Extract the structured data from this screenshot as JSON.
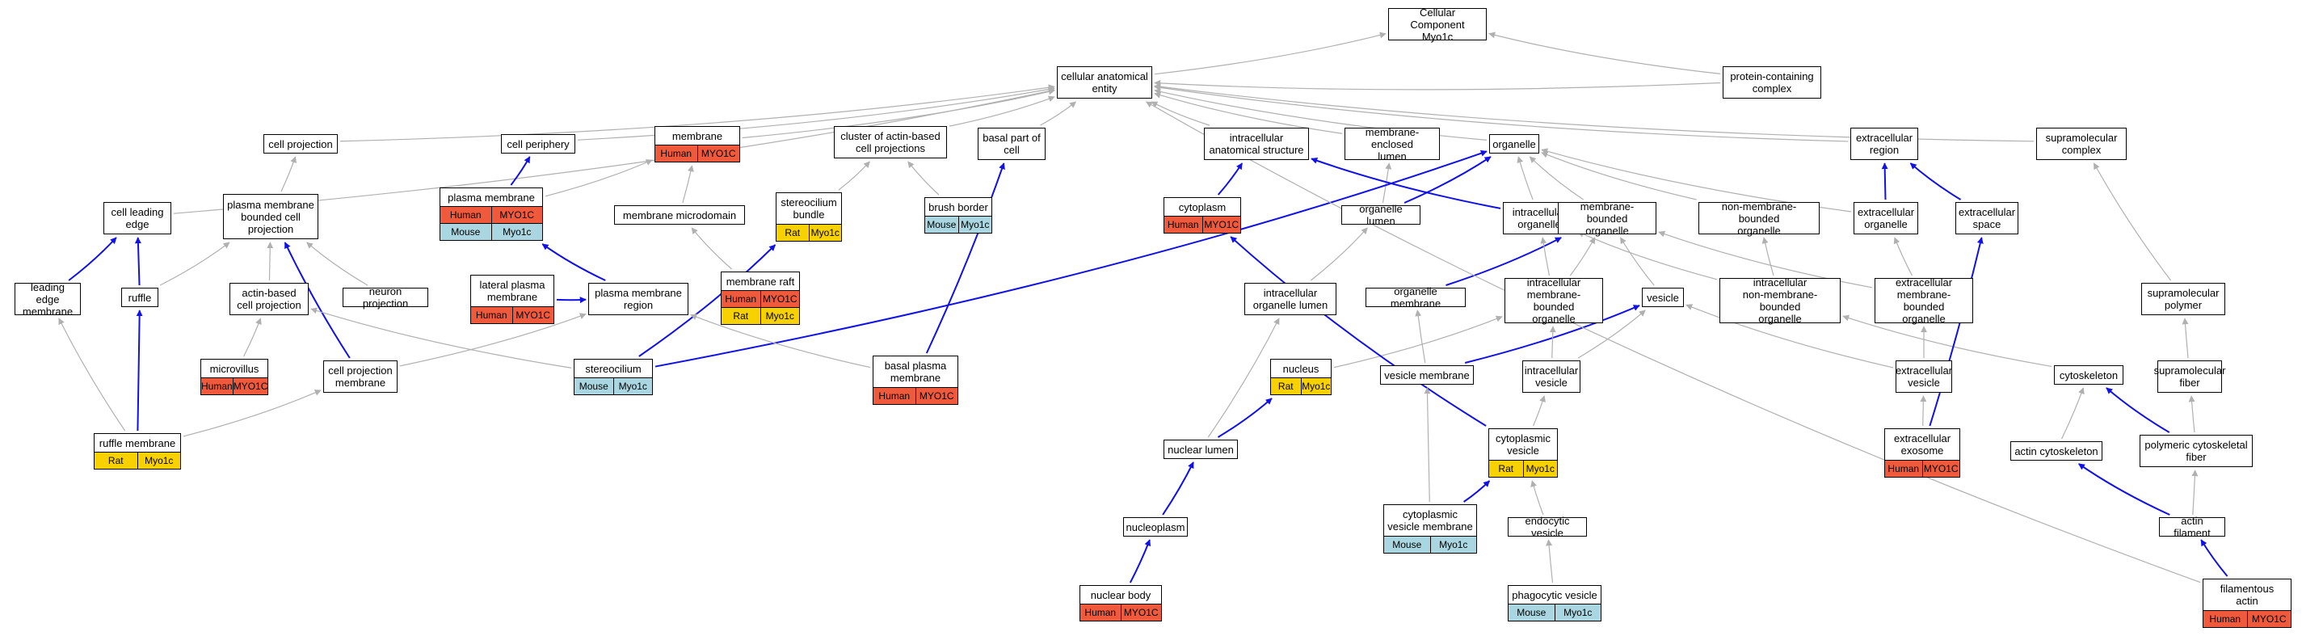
{
  "nodes": [
    {
      "id": "cc",
      "label": "Cellular Component\nMyo1c",
      "badges": []
    },
    {
      "id": "cae",
      "label": "cellular anatomical\nentity",
      "badges": []
    },
    {
      "id": "pcc",
      "label": "protein-containing\ncomplex",
      "badges": []
    },
    {
      "id": "cproj",
      "label": "cell projection",
      "badges": []
    },
    {
      "id": "cper",
      "label": "cell periphery",
      "badges": []
    },
    {
      "id": "mem",
      "label": "membrane",
      "badges": [
        {
          "sp": "human",
          "species": "Human",
          "gene": "MYO1C"
        }
      ]
    },
    {
      "id": "cab",
      "label": "cluster of actin-based\ncell projections",
      "badges": []
    },
    {
      "id": "bpc",
      "label": "basal part of\ncell",
      "badges": []
    },
    {
      "id": "ias",
      "label": "intracellular\nanatomical structure",
      "badges": []
    },
    {
      "id": "mel",
      "label": "membrane-enclosed\nlumen",
      "badges": []
    },
    {
      "id": "org",
      "label": "organelle",
      "badges": []
    },
    {
      "id": "excr",
      "label": "extracellular\nregion",
      "badges": []
    },
    {
      "id": "smc",
      "label": "supramolecular\ncomplex",
      "badges": []
    },
    {
      "id": "cle",
      "label": "cell leading\nedge",
      "badges": []
    },
    {
      "id": "pmbcp",
      "label": "plasma membrane\nbounded cell\nprojection",
      "badges": []
    },
    {
      "id": "pm",
      "label": "plasma membrane",
      "badges": [
        {
          "sp": "human",
          "species": "Human",
          "gene": "MYO1C"
        },
        {
          "sp": "mouse",
          "species": "Mouse",
          "gene": "Myo1c"
        }
      ]
    },
    {
      "id": "mmd",
      "label": "membrane microdomain",
      "badges": []
    },
    {
      "id": "stb",
      "label": "stereocilium\nbundle",
      "badges": [
        {
          "sp": "rat",
          "species": "Rat",
          "gene": "Myo1c"
        }
      ]
    },
    {
      "id": "bb",
      "label": "brush border",
      "badges": [
        {
          "sp": "mouse",
          "species": "Mouse",
          "gene": "Myo1c"
        }
      ]
    },
    {
      "id": "cyto",
      "label": "cytoplasm",
      "badges": [
        {
          "sp": "human",
          "species": "Human",
          "gene": "MYO1C"
        }
      ]
    },
    {
      "id": "ol",
      "label": "organelle lumen",
      "badges": []
    },
    {
      "id": "io",
      "label": "intracellular\norganelle",
      "badges": []
    },
    {
      "id": "mbo",
      "label": "membrane-bounded\norganelle",
      "badges": []
    },
    {
      "id": "nmbo",
      "label": "non-membrane-bounded\norganelle",
      "badges": []
    },
    {
      "id": "exo",
      "label": "extracellular\norganelle",
      "badges": []
    },
    {
      "id": "exs",
      "label": "extracellular\nspace",
      "badges": []
    },
    {
      "id": "lem",
      "label": "leading edge\nmembrane",
      "badges": []
    },
    {
      "id": "ruf",
      "label": "ruffle",
      "badges": []
    },
    {
      "id": "abcp",
      "label": "actin-based\ncell projection",
      "badges": []
    },
    {
      "id": "np",
      "label": "neuron projection",
      "badges": []
    },
    {
      "id": "lpm",
      "label": "lateral plasma\nmembrane",
      "badges": [
        {
          "sp": "human",
          "species": "Human",
          "gene": "MYO1C"
        }
      ]
    },
    {
      "id": "pmr",
      "label": "plasma membrane\nregion",
      "badges": []
    },
    {
      "id": "mr",
      "label": "membrane raft",
      "badges": [
        {
          "sp": "human",
          "species": "Human",
          "gene": "MYO1C"
        },
        {
          "sp": "rat",
          "species": "Rat",
          "gene": "Myo1c"
        }
      ]
    },
    {
      "id": "iol",
      "label": "intracellular\norganelle lumen",
      "badges": []
    },
    {
      "id": "om",
      "label": "organelle membrane",
      "badges": []
    },
    {
      "id": "imbo",
      "label": "intracellular\nmembrane-bounded\norganelle",
      "badges": []
    },
    {
      "id": "ves",
      "label": "vesicle",
      "badges": []
    },
    {
      "id": "inmbo",
      "label": "intracellular\nnon-membrane-bounded\norganelle",
      "badges": []
    },
    {
      "id": "exmbo",
      "label": "extracellular\nmembrane-bounded\norganelle",
      "badges": []
    },
    {
      "id": "smp",
      "label": "supramolecular\npolymer",
      "badges": []
    },
    {
      "id": "mv",
      "label": "microvillus",
      "badges": [
        {
          "sp": "human",
          "species": "Human",
          "gene": "MYO1C"
        }
      ]
    },
    {
      "id": "cpm",
      "label": "cell projection\nmembrane",
      "badges": []
    },
    {
      "id": "ster",
      "label": "stereocilium",
      "badges": [
        {
          "sp": "mouse",
          "species": "Mouse",
          "gene": "Myo1c"
        }
      ]
    },
    {
      "id": "bpm",
      "label": "basal plasma\nmembrane",
      "badges": [
        {
          "sp": "human",
          "species": "Human",
          "gene": "MYO1C"
        }
      ]
    },
    {
      "id": "nuc",
      "label": "nucleus",
      "badges": [
        {
          "sp": "rat",
          "species": "Rat",
          "gene": "Myo1c"
        }
      ]
    },
    {
      "id": "vm",
      "label": "vesicle membrane",
      "badges": []
    },
    {
      "id": "iv",
      "label": "intracellular\nvesicle",
      "badges": []
    },
    {
      "id": "exv",
      "label": "extracellular\nvesicle",
      "badges": []
    },
    {
      "id": "csk",
      "label": "cytoskeleton",
      "badges": []
    },
    {
      "id": "smf",
      "label": "supramolecular\nfiber",
      "badges": []
    },
    {
      "id": "rm",
      "label": "ruffle membrane",
      "badges": [
        {
          "sp": "rat",
          "species": "Rat",
          "gene": "Myo1c"
        }
      ]
    },
    {
      "id": "nl",
      "label": "nuclear lumen",
      "badges": []
    },
    {
      "id": "cv",
      "label": "cytoplasmic\nvesicle",
      "badges": [
        {
          "sp": "rat",
          "species": "Rat",
          "gene": "Myo1c"
        }
      ]
    },
    {
      "id": "exex",
      "label": "extracellular\nexosome",
      "badges": [
        {
          "sp": "human",
          "species": "Human",
          "gene": "MYO1C"
        }
      ]
    },
    {
      "id": "acsk",
      "label": "actin cytoskeleton",
      "badges": []
    },
    {
      "id": "pcf",
      "label": "polymeric cytoskeletal\nfiber",
      "badges": []
    },
    {
      "id": "npl",
      "label": "nucleoplasm",
      "badges": []
    },
    {
      "id": "cvm",
      "label": "cytoplasmic\nvesicle membrane",
      "badges": [
        {
          "sp": "mouse",
          "species": "Mouse",
          "gene": "Myo1c"
        }
      ]
    },
    {
      "id": "ev",
      "label": "endocytic vesicle",
      "badges": []
    },
    {
      "id": "af",
      "label": "actin filament",
      "badges": []
    },
    {
      "id": "nb",
      "label": "nuclear body",
      "badges": [
        {
          "sp": "human",
          "species": "Human",
          "gene": "MYO1C"
        }
      ]
    },
    {
      "id": "pv",
      "label": "phagocytic vesicle",
      "badges": [
        {
          "sp": "mouse",
          "species": "Mouse",
          "gene": "Myo1c"
        }
      ]
    },
    {
      "id": "fa",
      "label": "filamentous\nactin",
      "badges": [
        {
          "sp": "human",
          "species": "Human",
          "gene": "MYO1C"
        }
      ]
    }
  ],
  "edges": [
    {
      "from": "cae",
      "to": "cc",
      "rel": "is_a"
    },
    {
      "from": "pcc",
      "to": "cc",
      "rel": "is_a"
    },
    {
      "from": "pcc",
      "to": "cae",
      "rel": "is_a"
    },
    {
      "from": "cproj",
      "to": "cae",
      "rel": "is_a"
    },
    {
      "from": "cper",
      "to": "cae",
      "rel": "is_a"
    },
    {
      "from": "mem",
      "to": "cae",
      "rel": "is_a"
    },
    {
      "from": "cab",
      "to": "cae",
      "rel": "is_a"
    },
    {
      "from": "bpc",
      "to": "cae",
      "rel": "is_a"
    },
    {
      "from": "ias",
      "to": "cae",
      "rel": "is_a"
    },
    {
      "from": "mel",
      "to": "cae",
      "rel": "is_a"
    },
    {
      "from": "org",
      "to": "cae",
      "rel": "is_a"
    },
    {
      "from": "excr",
      "to": "cae",
      "rel": "is_a"
    },
    {
      "from": "smc",
      "to": "cae",
      "rel": "is_a"
    },
    {
      "from": "cle",
      "to": "cae",
      "rel": "is_a"
    },
    {
      "from": "pm",
      "to": "cper",
      "rel": "part_of"
    },
    {
      "from": "pmbcp",
      "to": "cproj",
      "rel": "is_a"
    },
    {
      "from": "mmd",
      "to": "mem",
      "rel": "is_a"
    },
    {
      "from": "pm",
      "to": "mem",
      "rel": "is_a"
    },
    {
      "from": "stb",
      "to": "cab",
      "rel": "is_a"
    },
    {
      "from": "bb",
      "to": "cab",
      "rel": "is_a"
    },
    {
      "from": "cyto",
      "to": "ias",
      "rel": "part_of"
    },
    {
      "from": "ol",
      "to": "mel",
      "rel": "is_a"
    },
    {
      "from": "io",
      "to": "ias",
      "rel": "part_of"
    },
    {
      "from": "io",
      "to": "org",
      "rel": "is_a"
    },
    {
      "from": "ol",
      "to": "org",
      "rel": "part_of"
    },
    {
      "from": "mbo",
      "to": "org",
      "rel": "is_a"
    },
    {
      "from": "nmbo",
      "to": "org",
      "rel": "is_a"
    },
    {
      "from": "exo",
      "to": "excr",
      "rel": "part_of"
    },
    {
      "from": "exs",
      "to": "excr",
      "rel": "part_of"
    },
    {
      "from": "exo",
      "to": "org",
      "rel": "is_a"
    },
    {
      "from": "lem",
      "to": "cle",
      "rel": "part_of"
    },
    {
      "from": "ruf",
      "to": "cle",
      "rel": "part_of"
    },
    {
      "from": "ruf",
      "to": "pmbcp",
      "rel": "is_a"
    },
    {
      "from": "abcp",
      "to": "pmbcp",
      "rel": "is_a"
    },
    {
      "from": "np",
      "to": "pmbcp",
      "rel": "is_a"
    },
    {
      "from": "lpm",
      "to": "pmr",
      "rel": "part_of"
    },
    {
      "from": "pmr",
      "to": "pm",
      "rel": "part_of"
    },
    {
      "from": "mr",
      "to": "mmd",
      "rel": "is_a"
    },
    {
      "from": "iol",
      "to": "ol",
      "rel": "is_a"
    },
    {
      "from": "om",
      "to": "mbo",
      "rel": "part_of"
    },
    {
      "from": "imbo",
      "to": "io",
      "rel": "is_a"
    },
    {
      "from": "imbo",
      "to": "mbo",
      "rel": "is_a"
    },
    {
      "from": "ves",
      "to": "mbo",
      "rel": "is_a"
    },
    {
      "from": "inmbo",
      "to": "io",
      "rel": "is_a"
    },
    {
      "from": "inmbo",
      "to": "nmbo",
      "rel": "is_a"
    },
    {
      "from": "exmbo",
      "to": "exo",
      "rel": "is_a"
    },
    {
      "from": "exmbo",
      "to": "mbo",
      "rel": "is_a"
    },
    {
      "from": "smp",
      "to": "smc",
      "rel": "is_a"
    },
    {
      "from": "mv",
      "to": "abcp",
      "rel": "is_a"
    },
    {
      "from": "cpm",
      "to": "pmbcp",
      "rel": "part_of"
    },
    {
      "from": "cpm",
      "to": "pmr",
      "rel": "is_a"
    },
    {
      "from": "ster",
      "to": "stb",
      "rel": "part_of"
    },
    {
      "from": "ster",
      "to": "abcp",
      "rel": "is_a"
    },
    {
      "from": "ster",
      "to": "org",
      "rel": "part_of"
    },
    {
      "from": "bpm",
      "to": "bpc",
      "rel": "part_of"
    },
    {
      "from": "bpm",
      "to": "pmr",
      "rel": "is_a"
    },
    {
      "from": "nuc",
      "to": "imbo",
      "rel": "is_a"
    },
    {
      "from": "vm",
      "to": "om",
      "rel": "is_a"
    },
    {
      "from": "vm",
      "to": "ves",
      "rel": "part_of"
    },
    {
      "from": "iv",
      "to": "ves",
      "rel": "is_a"
    },
    {
      "from": "iv",
      "to": "imbo",
      "rel": "is_a"
    },
    {
      "from": "exv",
      "to": "ves",
      "rel": "is_a"
    },
    {
      "from": "exv",
      "to": "exmbo",
      "rel": "is_a"
    },
    {
      "from": "csk",
      "to": "inmbo",
      "rel": "is_a"
    },
    {
      "from": "smf",
      "to": "smp",
      "rel": "is_a"
    },
    {
      "from": "rm",
      "to": "ruf",
      "rel": "part_of"
    },
    {
      "from": "rm",
      "to": "lem",
      "rel": "is_a"
    },
    {
      "from": "rm",
      "to": "cpm",
      "rel": "is_a"
    },
    {
      "from": "nl",
      "to": "nuc",
      "rel": "part_of"
    },
    {
      "from": "nl",
      "to": "iol",
      "rel": "is_a"
    },
    {
      "from": "cv",
      "to": "iv",
      "rel": "is_a"
    },
    {
      "from": "cv",
      "to": "cyto",
      "rel": "part_of"
    },
    {
      "from": "exex",
      "to": "exv",
      "rel": "is_a"
    },
    {
      "from": "exex",
      "to": "exs",
      "rel": "part_of"
    },
    {
      "from": "acsk",
      "to": "csk",
      "rel": "is_a"
    },
    {
      "from": "pcf",
      "to": "csk",
      "rel": "part_of"
    },
    {
      "from": "pcf",
      "to": "smf",
      "rel": "is_a"
    },
    {
      "from": "npl",
      "to": "nl",
      "rel": "part_of"
    },
    {
      "from": "cvm",
      "to": "cv",
      "rel": "part_of"
    },
    {
      "from": "cvm",
      "to": "vm",
      "rel": "is_a"
    },
    {
      "from": "ev",
      "to": "cv",
      "rel": "is_a"
    },
    {
      "from": "af",
      "to": "acsk",
      "rel": "part_of"
    },
    {
      "from": "af",
      "to": "pcf",
      "rel": "is_a"
    },
    {
      "from": "nb",
      "to": "npl",
      "rel": "part_of"
    },
    {
      "from": "pv",
      "to": "ev",
      "rel": "is_a"
    },
    {
      "from": "fa",
      "to": "af",
      "rel": "part_of"
    },
    {
      "from": "fa",
      "to": "cae",
      "rel": "is_a"
    }
  ],
  "colors": {
    "is_a": "#b0b0b0",
    "part_of": "#1010e8",
    "human": "#f05a3c",
    "mouse": "#a9d6e0",
    "rat": "#f7d100"
  }
}
